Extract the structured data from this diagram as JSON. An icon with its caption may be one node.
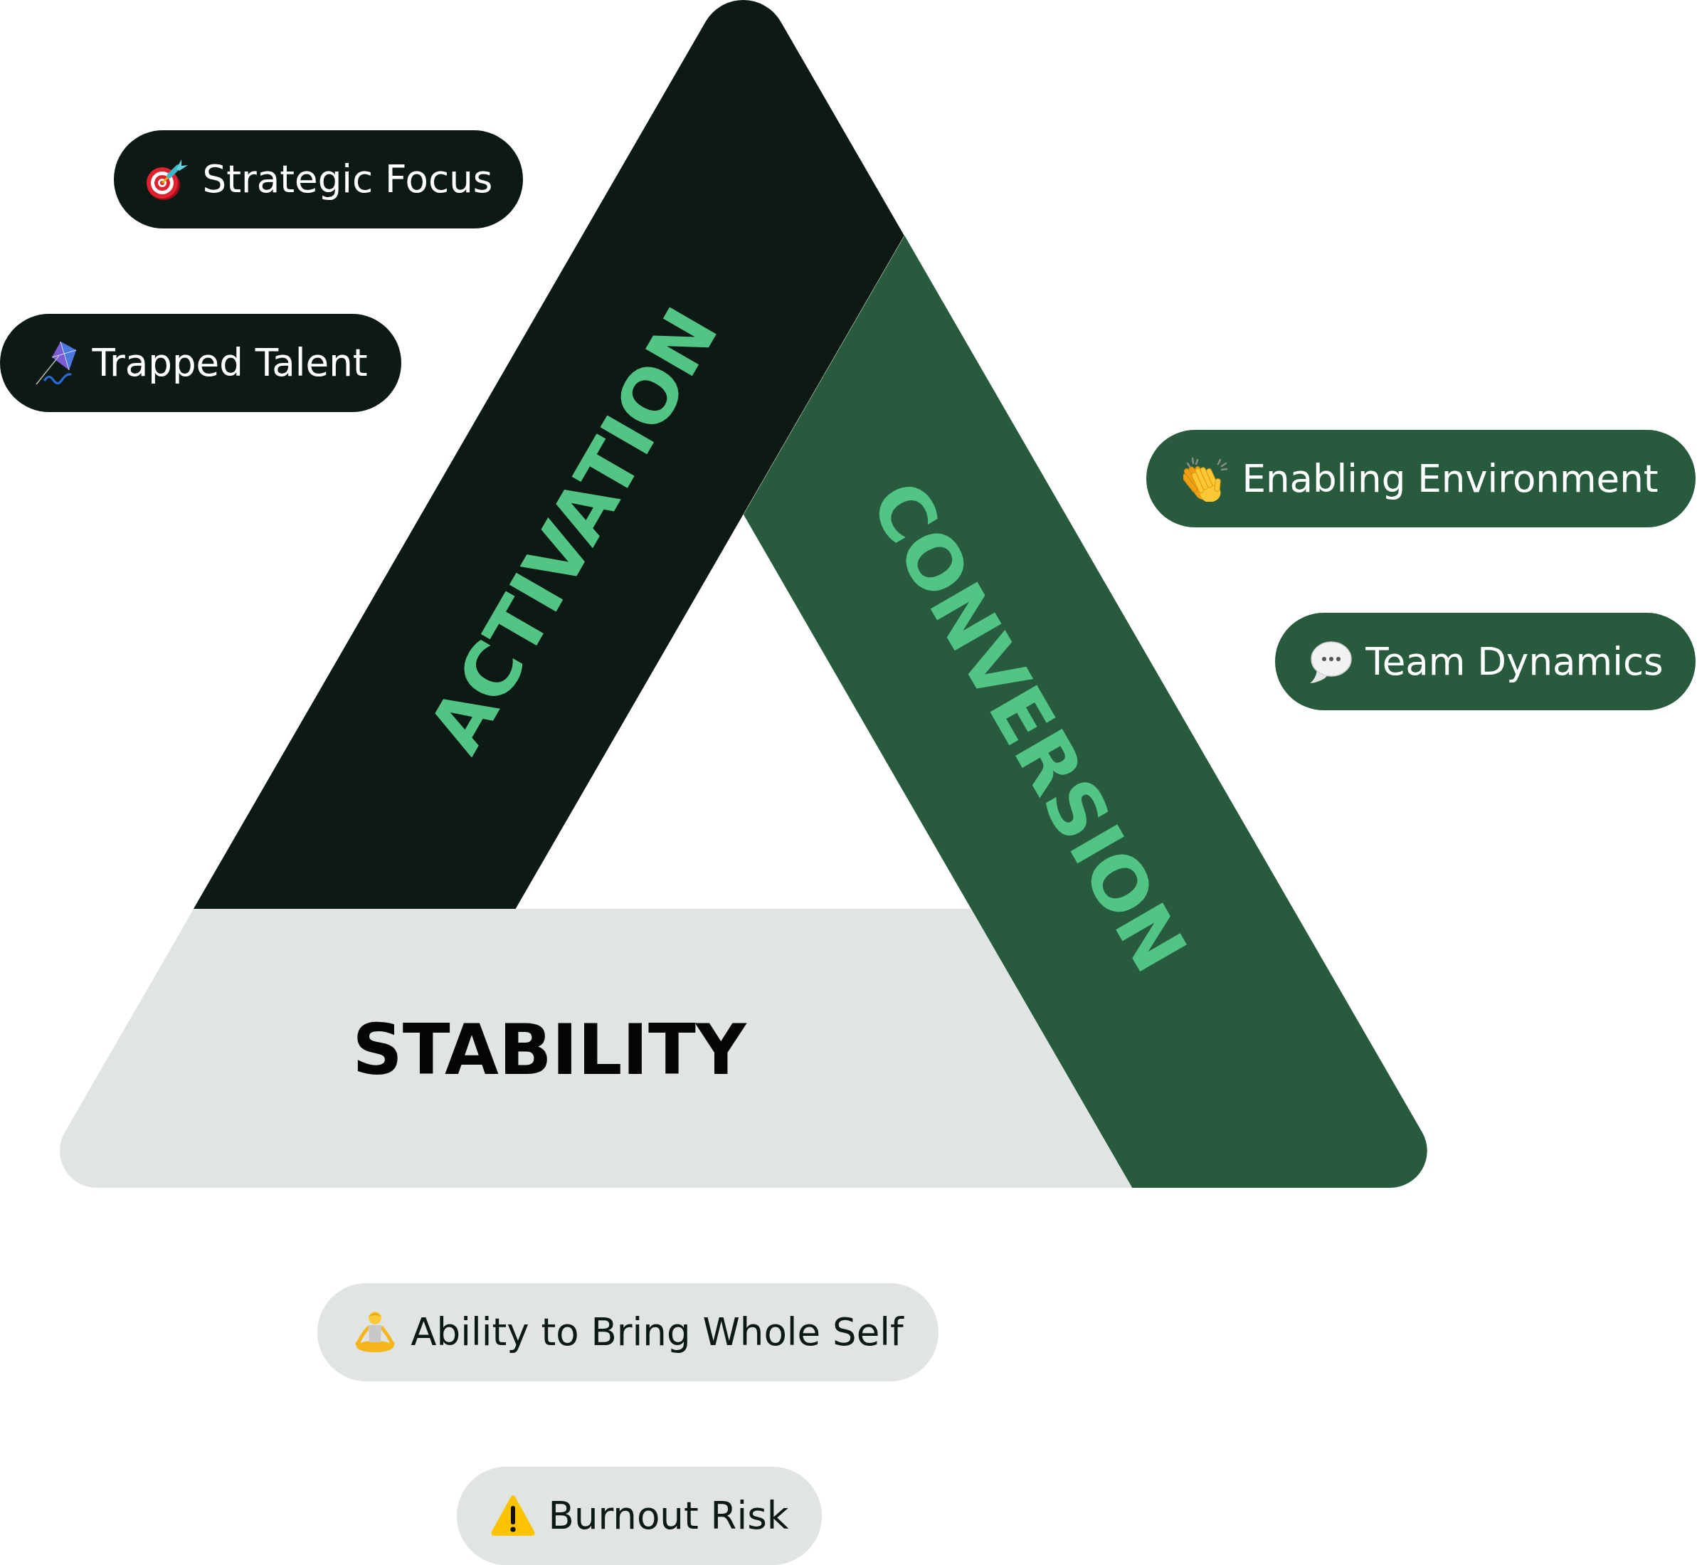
{
  "diagram": {
    "nodes": [
      {
        "text": [
          "ACTIVATION"
        ]
      },
      {
        "text": [
          "CONVERSION"
        ]
      },
      {
        "text": [
          "STABILITY"
        ]
      },
      {
        "text": [
          "Strategic Focus"
        ]
      },
      {
        "text": [
          "Trapped Talent"
        ]
      },
      {
        "text": [
          "Enabling Environment"
        ]
      },
      {
        "text": [
          "Team Dynamics"
        ]
      },
      {
        "text": [
          "Ability to Bring Whole Self"
        ]
      },
      {
        "text": [
          "Burnout Risk"
        ]
      }
    ]
  }
}
